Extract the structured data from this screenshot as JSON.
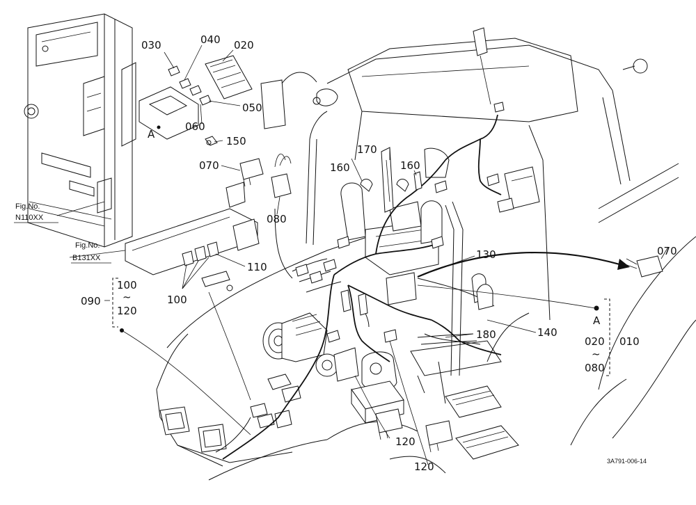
{
  "callouts": {
    "c030": "030",
    "c040": "040",
    "c020_top": "020",
    "c050": "050",
    "c060": "060",
    "c150": "150",
    "c070_left": "070",
    "c080": "080",
    "c110": "110",
    "c100_bottom": "100",
    "c100_group": "100",
    "c120_group": "120",
    "c090": "090",
    "c170": "170",
    "c160_a": "160",
    "c160_b": "160",
    "c130": "130",
    "c140": "140",
    "c180": "180",
    "c070_right": "070",
    "c010": "010",
    "c020_group": "020",
    "c080_group": "080",
    "c120_mid": "120",
    "c120_bottom": "120",
    "tilde": "~",
    "marker_a": "A",
    "marker_a_group": "A"
  },
  "references": {
    "fig_label_1": "Fig.No.",
    "fig_number_1": "N110XX",
    "fig_label_2": "Fig.No.",
    "fig_number_2": "B131XX"
  },
  "drawing_code": "3A791-006-14"
}
